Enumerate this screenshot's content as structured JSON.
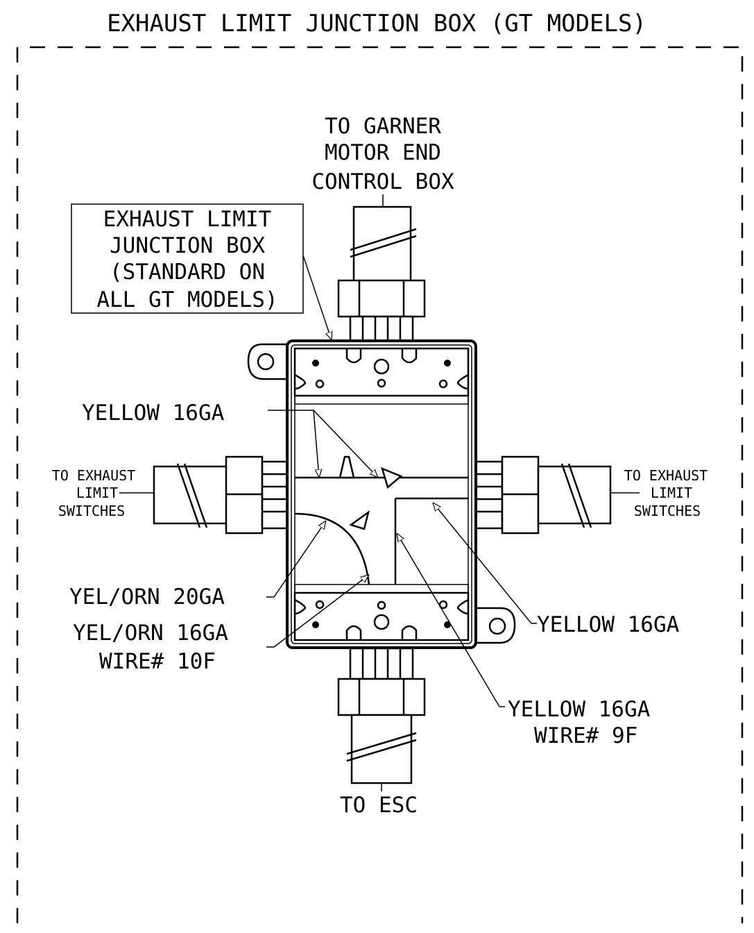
{
  "diagram": {
    "title": "EXHAUST LIMIT JUNCTION BOX (GT MODELS)",
    "top_destination": [
      "TO GARNER",
      "MOTOR END",
      "CONTROL BOX"
    ],
    "callout_box": [
      "EXHAUST LIMIT",
      "JUNCTION BOX",
      "(STANDARD ON",
      "ALL GT MODELS)"
    ],
    "left_destination": [
      "TO EXHAUST",
      "LIMIT",
      "SWITCHES"
    ],
    "right_destination": [
      "TO EXHAUST",
      "LIMIT",
      "SWITCHES"
    ],
    "bottom_destination": "TO ESC",
    "wire_labels": {
      "yellow_top": "YELLOW 16GA",
      "yel_orn_20": "YEL/ORN 20GA",
      "yel_orn_16": [
        "YEL/ORN 16GA",
        "WIRE# 10F"
      ],
      "yellow_right": "YELLOW 16GA",
      "yellow_bottom": [
        "YELLOW 16GA",
        "WIRE# 9F"
      ]
    }
  }
}
